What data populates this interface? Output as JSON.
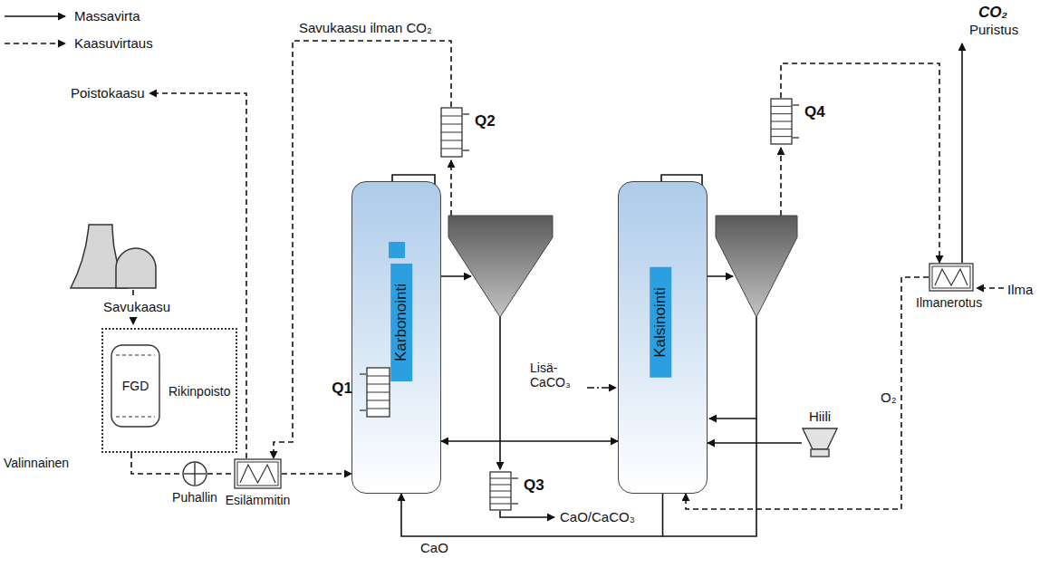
{
  "diagram": {
    "nodes": [
      {
        "text": [
          "Rikinpoisto"
        ]
      },
      {
        "text": [
          "FGD"
        ],
        "in": 0
      },
      {
        "text": [
          "Puhallin"
        ]
      },
      {
        "text": [
          "Esilämmitin"
        ]
      },
      {
        "text": [
          "Q1"
        ]
      },
      {
        "text": [
          "Karbonointi"
        ]
      },
      {
        "text": [
          "Q2"
        ]
      },
      {
        "text": [
          "Q3"
        ]
      },
      {
        "text": [
          "Kalsinointi"
        ]
      },
      {
        "text": [
          "Q4"
        ]
      },
      {
        "text": [
          "Ilmanerotus"
        ]
      },
      {
        "text": [
          "Hiili"
        ]
      }
    ],
    "edges": [
      {
        "from": 0,
        "to": 2,
        "arrow": "none"
      },
      {
        "from": 2,
        "to": 3,
        "arrow": "none"
      },
      {
        "from": 3,
        "to": 5,
        "arrow": "to"
      },
      {
        "from": 6,
        "to": 3,
        "arrow": "to",
        "label": "Savukaasu ilman CO₂"
      },
      {
        "from": 5,
        "to": 8,
        "arrow": "both"
      },
      {
        "from": 8,
        "to": 5,
        "arrow": "to",
        "label": "CaO"
      },
      {
        "from": 11,
        "to": 8,
        "arrow": "to"
      },
      {
        "from": 10,
        "to": 8,
        "arrow": "to",
        "label": "O₂"
      },
      {
        "from": 9,
        "to": 10,
        "arrow": "to"
      }
    ],
    "labels": [
      "Poistokaasu",
      "Savukaasu",
      "Valinnainen",
      "Lisä- CaCO₃",
      "CaO/CaCO₃",
      "CO₂",
      "Puristus",
      "Ilma"
    ],
    "legend": [
      {
        "text": "Massavirta"
      },
      {
        "text": "Kaasuvirtaus"
      }
    ]
  }
}
